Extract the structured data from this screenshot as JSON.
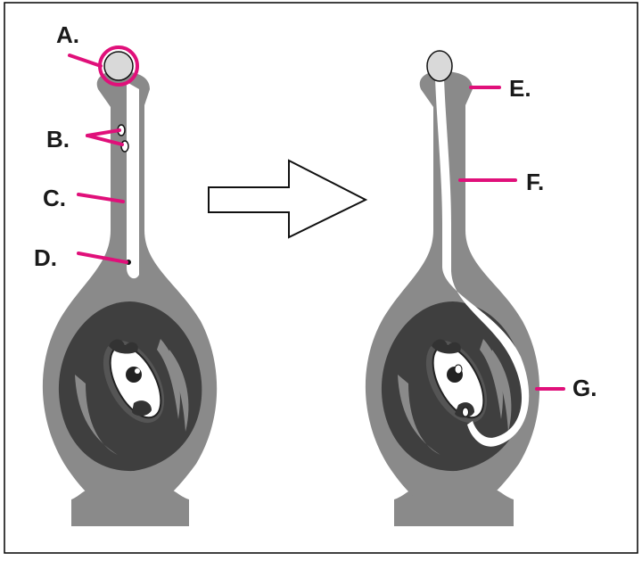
{
  "labels": {
    "a": "A.",
    "b": "B.",
    "c": "C.",
    "d": "D.",
    "e": "E.",
    "f": "F.",
    "g": "G."
  },
  "colors": {
    "pistil_gray": "#8a8a8a",
    "ovary_dark": "#4a4a4a",
    "ovary_darker": "#3a3a3a",
    "tube_white": "#ffffff",
    "pointer_magenta": "#e0107a",
    "pollen_light": "#d9d9d9",
    "outline": "#000000"
  },
  "icons": {
    "arrow": "right-outline-arrow"
  }
}
